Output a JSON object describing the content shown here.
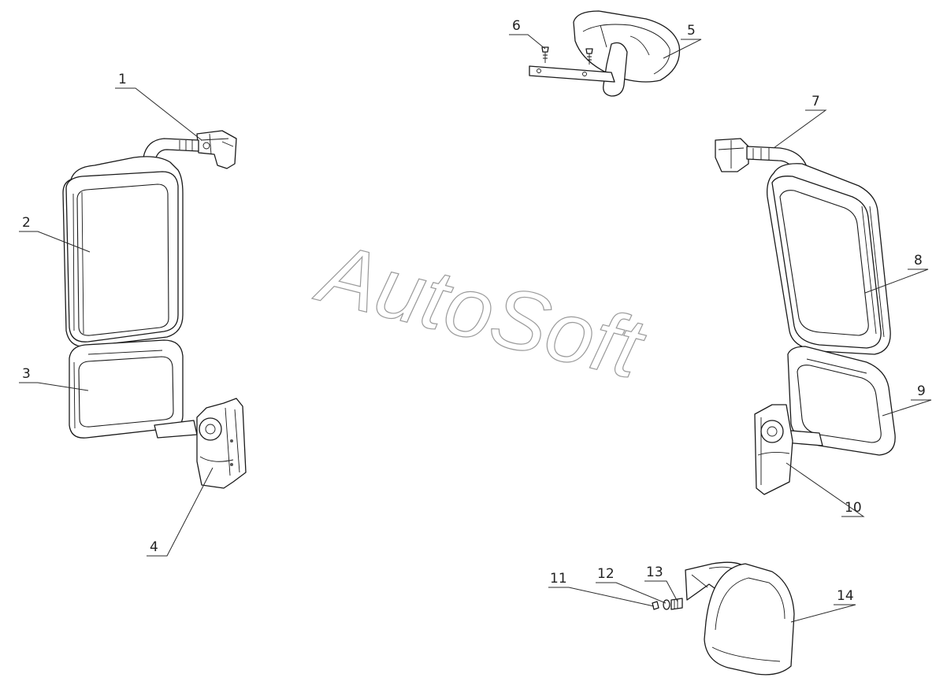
{
  "watermark": "AutoSoft",
  "callouts": [
    {
      "id": "1",
      "label": "1"
    },
    {
      "id": "2",
      "label": "2"
    },
    {
      "id": "3",
      "label": "3"
    },
    {
      "id": "4",
      "label": "4"
    },
    {
      "id": "5",
      "label": "5"
    },
    {
      "id": "6",
      "label": "6"
    },
    {
      "id": "7",
      "label": "7"
    },
    {
      "id": "8",
      "label": "8"
    },
    {
      "id": "9",
      "label": "9"
    },
    {
      "id": "10",
      "label": "10"
    },
    {
      "id": "11",
      "label": "11"
    },
    {
      "id": "12",
      "label": "12"
    },
    {
      "id": "13",
      "label": "13"
    },
    {
      "id": "14",
      "label": "14"
    }
  ],
  "colors": {
    "line": "#1a1a1a",
    "watermark": "#9a9a9a",
    "background": "#ffffff"
  }
}
